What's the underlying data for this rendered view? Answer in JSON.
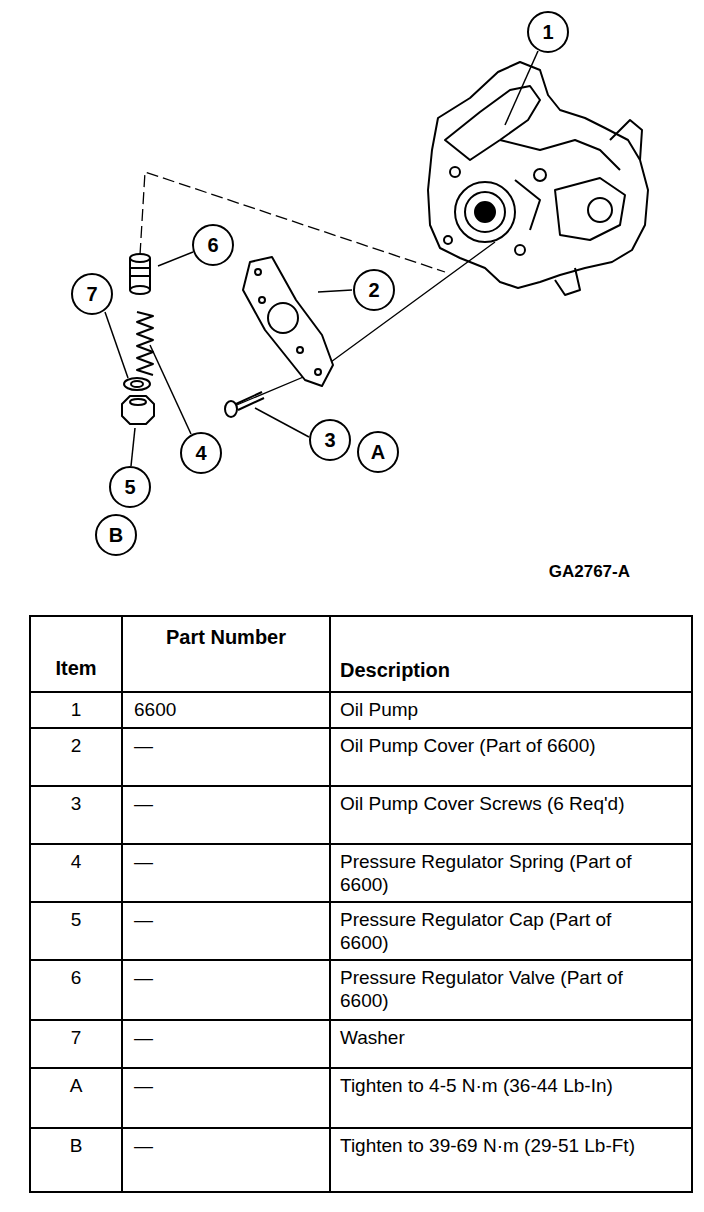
{
  "diagram": {
    "nodes": [
      {
        "text": [
          "1"
        ]
      },
      {
        "text": [
          "6"
        ]
      },
      {
        "text": [
          "7"
        ]
      },
      {
        "text": [
          "2"
        ]
      },
      {
        "text": [
          "3"
        ]
      },
      {
        "text": [
          "A"
        ]
      },
      {
        "text": [
          "4"
        ]
      },
      {
        "text": [
          "5"
        ]
      },
      {
        "text": [
          "B"
        ]
      }
    ],
    "labels": [
      "GA2767-A",
      "Item",
      "Part Number",
      "Description",
      "1",
      "6600",
      "Oil Pump",
      "2",
      "—",
      "Oil Pump Cover (Part of 6600)",
      "3",
      "—",
      "Oil Pump Cover Screws (6 Req'd)",
      "4",
      "—",
      "Pressure Regulator Spring (Part of 6600)",
      "5",
      "—",
      "Pressure Regulator Cap (Part of 6600)",
      "6",
      "—",
      "Pressure Regulator Valve (Part of 6600)",
      "7",
      "—",
      "Washer",
      "A",
      "—",
      "Tighten to 4-5 N·m (36-44 Lb-In)",
      "B",
      "—",
      "Tighten to 39-69 N·m (29-51 Lb-Ft)"
    ]
  }
}
